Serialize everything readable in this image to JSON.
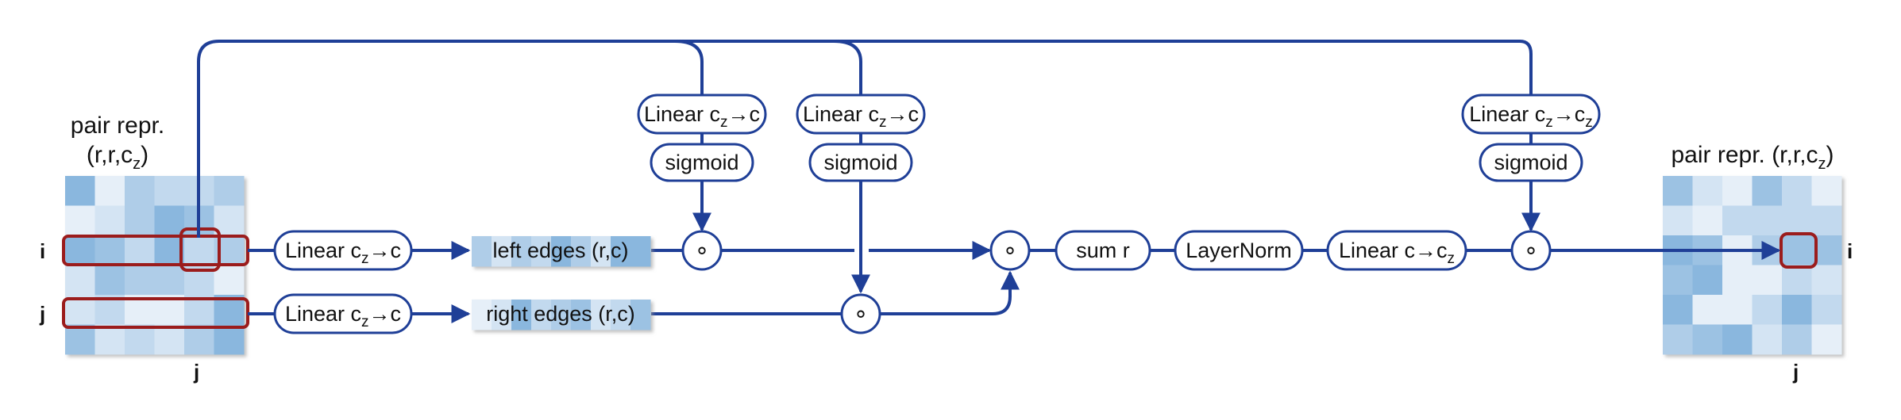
{
  "colors": {
    "line": "#1f3f97",
    "highlight": "#9b1c1c",
    "box_border": "#1f3f97",
    "shadow": "#bdbdbd"
  },
  "pair_repr_left": {
    "title_line1": "pair repr.",
    "title_line2_prefix": "(r,r,c",
    "title_line2_sub": "z",
    "title_line2_suffix": ")",
    "row_label_i": "i",
    "row_label_j": "j",
    "col_label_j": "j"
  },
  "pair_repr_right": {
    "title_prefix": "pair repr. (r,r,c",
    "title_sub": "z",
    "title_suffix": ")",
    "row_label_i": "i",
    "col_label_j": "j"
  },
  "nodes": {
    "linear_top": {
      "prefix": "Linear c",
      "sub": "z",
      "suffix": "→c"
    },
    "linear_bottom": {
      "prefix": "Linear c",
      "sub": "z",
      "suffix": "→c"
    },
    "left_edges": "left edges (r,c)",
    "right_edges": "right edges (r,c)",
    "gate1_linear": {
      "prefix": "Linear c",
      "sub": "z",
      "suffix": "→c"
    },
    "gate1_sigmoid": "sigmoid",
    "gate2_linear": {
      "prefix": "Linear c",
      "sub": "z",
      "suffix": "→c"
    },
    "gate2_sigmoid": "sigmoid",
    "gate3_linear": {
      "prefix": "Linear c",
      "sub": "z",
      "suffix": "→c",
      "sub2": "z"
    },
    "gate3_sigmoid": "sigmoid",
    "sum_r": "sum r",
    "layernorm": "LayerNorm",
    "linear_out": {
      "prefix": "Linear c→c",
      "sub": "z"
    },
    "hadamard_symbol": "∘"
  }
}
